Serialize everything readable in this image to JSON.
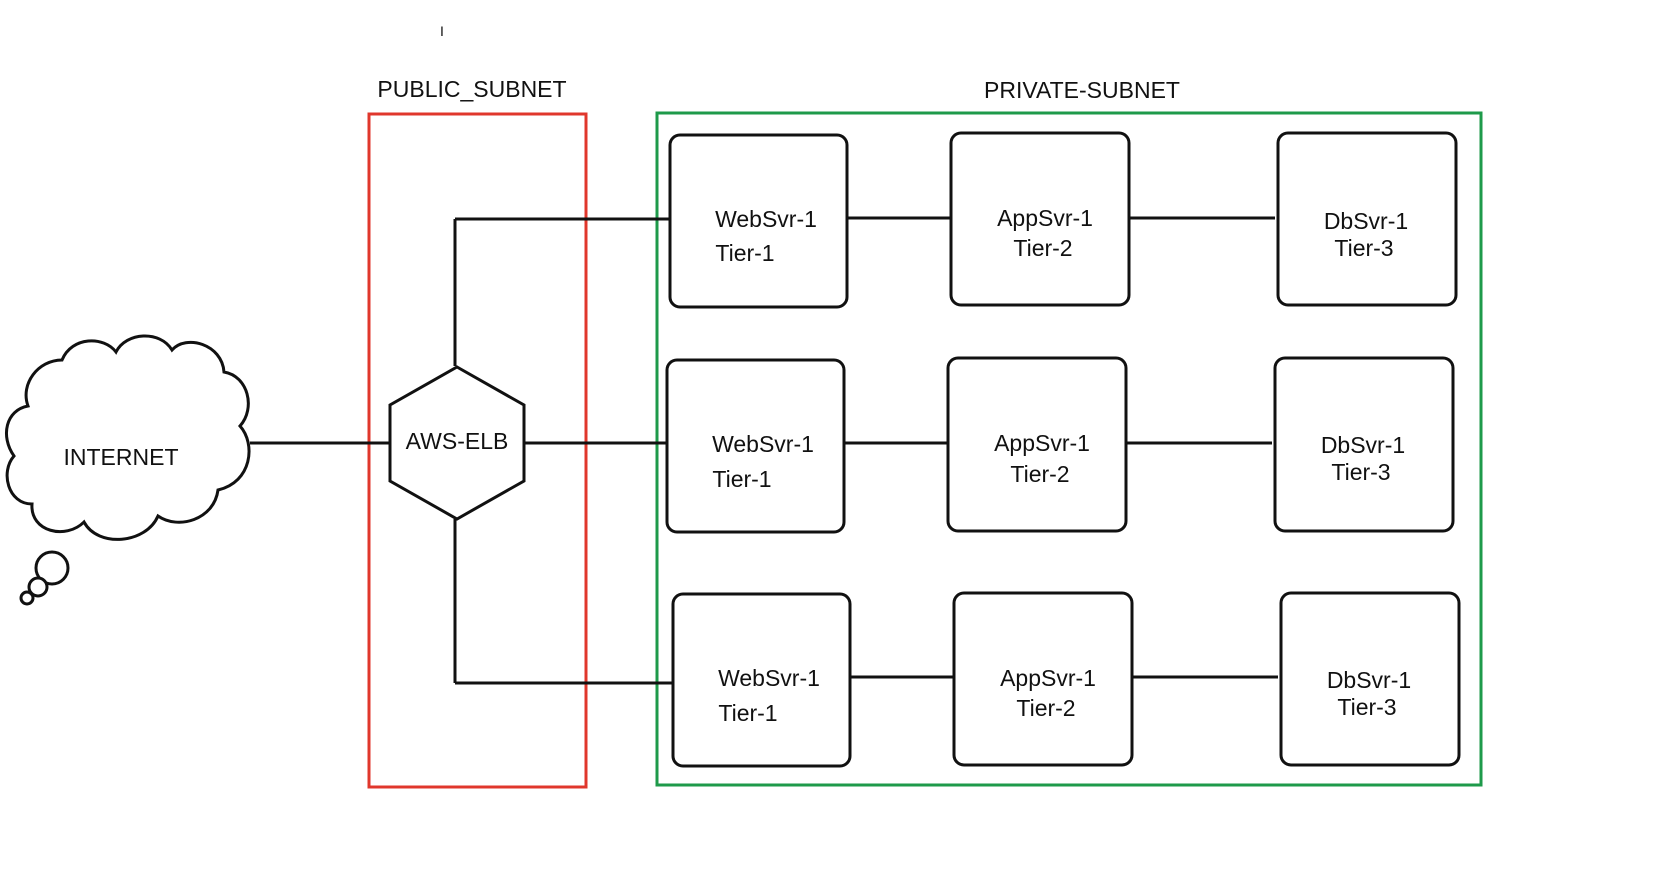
{
  "colors": {
    "public_subnet": "#e0372c",
    "private_subnet": "#1e9a4a",
    "line": "#111111"
  },
  "cursor_icon": "text-cursor-icon",
  "internet": {
    "icon": "cloud-icon",
    "label": "INTERNET"
  },
  "public_subnet": {
    "label": "PUBLIC_SUBNET"
  },
  "private_subnet": {
    "label": "PRIVATE-SUBNET"
  },
  "elb": {
    "icon": "hexagon-icon",
    "label": "AWS-ELB"
  },
  "rows": [
    {
      "web": {
        "name": "WebSvr-1",
        "tier": "Tier-1"
      },
      "app": {
        "name": "AppSvr-1",
        "tier": "Tier-2"
      },
      "db": {
        "name": "DbSvr-1",
        "tier": "Tier-3"
      }
    },
    {
      "web": {
        "name": "WebSvr-1",
        "tier": "Tier-1"
      },
      "app": {
        "name": "AppSvr-1",
        "tier": "Tier-2"
      },
      "db": {
        "name": "DbSvr-1",
        "tier": "Tier-3"
      }
    },
    {
      "web": {
        "name": "WebSvr-1",
        "tier": "Tier-1"
      },
      "app": {
        "name": "AppSvr-1",
        "tier": "Tier-2"
      },
      "db": {
        "name": "DbSvr-1",
        "tier": "Tier-3"
      }
    }
  ]
}
